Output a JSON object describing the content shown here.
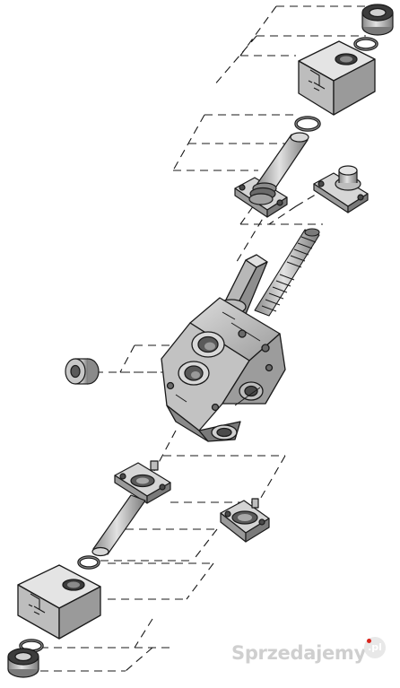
{
  "diagram": {
    "kind": "exploded-view",
    "parts": [
      "end-cap-top",
      "o-ring-top",
      "solenoid-coil-top",
      "o-ring-tube-top",
      "armature-tube-top",
      "manual-override-cap",
      "spool",
      "valve-body",
      "side-plug",
      "flange-bottom",
      "pilot-cap-bottom",
      "armature-tube-bottom",
      "o-ring-bottom",
      "solenoid-coil-bottom",
      "o-ring-end-bottom",
      "end-cap-bottom"
    ],
    "colors": {
      "part_fill": "#c8c8c8",
      "part_shade": "#9a9a9a",
      "part_dark": "#5a5a5a",
      "outline": "#1a1a1a",
      "guide_line": "#1a1a1a",
      "watermark": "#cfcfcf",
      "watermark_dot": "#d9241c"
    }
  },
  "watermark": {
    "text": "Sprzedajemy",
    "badge": ".pl"
  }
}
